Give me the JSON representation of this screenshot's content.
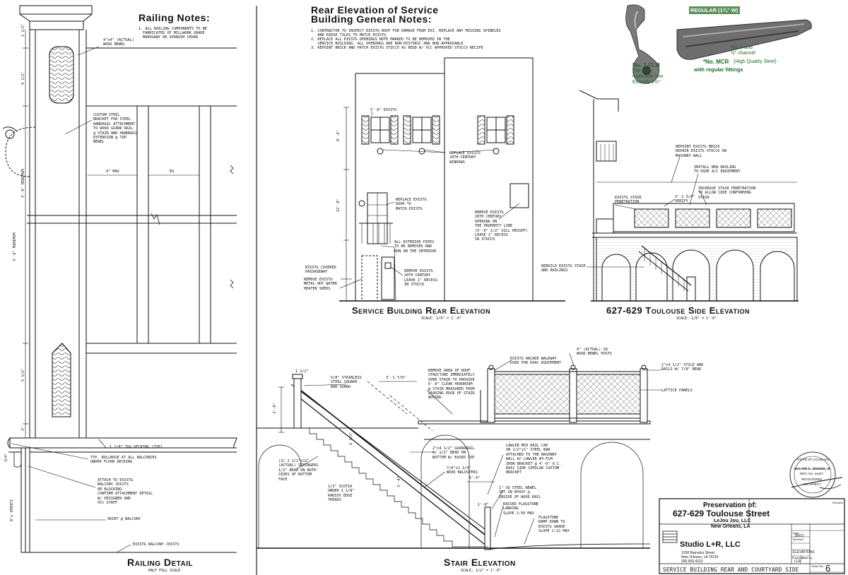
{
  "railing_notes": {
    "title": "Railing Notes:",
    "lines": [
      "1. ALL RAILING COMPONENTS TO BE",
      "FABRICATED OF MILLWORK GRADE",
      "MAHOGANY OR SPANISH CEDAR"
    ]
  },
  "general_notes": {
    "title_line1": "Rear Elevation of Service",
    "title_line2": "Building General Notes:",
    "lines": [
      "1. CONTRACTOR TO INSPECT EXISTG ROOF FOR DAMAGE FROM EXI. REPLACE ANY MISSING SPINDLES",
      "   AND RIDGE TILES TO MATCH EXISTG",
      "2. REPLACE ALL EXISTG OPENINGS NOTE MARKED TO BE REMOVED IN THE",
      "   SERVICE BUILDING. ALL OPENINGS ARE NON-HISTORIC AND NON-APPROVABLE",
      "3. REPOINT BRICK AND PATCH EXISTG STUCCO AS REQD W/ VCC APPROVED STUCCO RECIPE"
    ]
  },
  "products": {
    "bracket_name": "No. 3-FLM",
    "bracket_desc1": "(flat top)",
    "bracket_desc2": "malleable iron",
    "bracket_desc3": "Extends 2¾\"",
    "rail_tag": "REGULAR (1¾\" W)",
    "rail_fits1": "fits 1\" and",
    "rail_fits2": "½\" channel",
    "rail_name": "*No. MCR",
    "rail_quality": "(High Quality Steel)",
    "rail_fittings": "with regular fittings"
  },
  "railing_detail": {
    "title": "Railing Detail",
    "scale": "HALF FULL SCALE",
    "annotations": [
      "4\"x4\" (ACTUAL)\nWOOD NEWEL",
      "CUSTOM STEEL\nBRACKET FOR STEEL\nHANDRAIL ATTACHMENT\nTO WOOD GUARD RAIL\n@ STAIR AND HANDRAIL\nEXTENSION @ TOP\nNEWEL",
      "1 1/8\" T&G DECKING (TYP)",
      "TYP. BULLNOSE AT ALL BALCONIES\nUNDER FLOOR DECKING",
      "ATTACH TO EXISTG\nBALCONY JOISTS\nOR BLOCKING\nCONFIRM ATTACHMENT DETAIL\nW/ DESIGNER AND\nVCC STAFF",
      "SKIRT @ BALCONY",
      "EXISTG BALCONY JOISTS"
    ],
    "dims": [
      "1 1/2\"",
      "4 1/2\"",
      "3'-0\" MINIMUM",
      "3'-6\" MINIMUM",
      "5 1/2\"",
      "3\"",
      "8\"± VERIFY",
      "4\" MAX",
      "EQ",
      "3/4\""
    ]
  },
  "service_elevation": {
    "title": "Service Building Rear Elevation",
    "scale": "SCALE: 1/4\" = 1'-0\"",
    "annotations": [
      "5'-0\" EXISTG",
      "REPLACE EXISTG\n20TH CENTURY\nWINDOWS",
      "REPLACE EXISTG\nDOOR TO\nMATCH EXISTG",
      "ALL EXTERIOR PIPES\nTO BE REMOVED AND\nRUN ON THE INTERIOR",
      "EXISTG COVERED\nPASSAGEWAY",
      "REMOVE EXISTG\nMETAL HOT WATER\nHEATER SHEDS",
      "REMOVE EXISTG\n20TH CENTURY\nLEAVE 1\" RECESS\nIN STUCCO",
      "REMOVE EXISTG\n20TH CENTURY\nOPENING ON\nTHE PROPERTY LINE\n(5'-0\" 1/2\" SILL HEIGHT)\nLEAVE 1\" RECESS\nIN STUCCO"
    ],
    "dims": [
      "8'-4\"",
      "12'-0\""
    ]
  },
  "toulouse_elevation": {
    "title": "627-629 Toulouse Side Elevation",
    "scale": "SCALE: 1/8\" = 1'-0\"",
    "annotations": [
      "REPOINT EXISTG BRICK\nREPAIR EXISTG STUCCO ON\nMASONRY WALL",
      "INSTALL NEW RAILING\nTO HIDE A/C EQUIPMENT",
      "INCREASE STAIR PENETRATION\nTO ALLOW CODE CONFORMING\nSTAIR",
      "EXISTG STAIR\nPENETRATION",
      "3'-1 3/4\"\nVERIFY",
      "REBUILD EXISTG STAIR\nAND RAILINGS"
    ]
  },
  "stair_elevation": {
    "title": "Stair Elevation",
    "scale": "SCALE: 1/2\" = 1'-0\"",
    "annotations": [
      "5/8\" STAINLESS\nSTEEL SQUARE\nBAR GUARD",
      "REMOVE AREA OF ROOF\nSTRUCTURE IMMEDIATELY\nOVER STAIR TO PROVIDE\n6'-8\" CLEAR HEADROOM\n@ STAIR MEASURED FROM\nLEADING EDGE OF STAIR\nNOSING",
      "EXISTG ARCADE WALKWAY\nUSED FOR HVAC EQUIPMENT",
      "4\" (ACTUAL) SQ\nWOOD NEWEL POSTS",
      "2\"x3 1/2\" STILE AND\nRAILS W/ 7/8\" BEAD",
      "LATTICE PANELS",
      "(3) 2 1/2\"x12\"\n(ACTUAL) STRINGERS\n1/2\" BEAD ON BOTH\nSIDES OF BOTTOM\nFACE",
      "2\"x4 1/2\" GUARDRAIL\nW/ 1/2\" BEAD ON\nBOTTOM W/ EASED TOP",
      "7/8\"x1 1/4\"\nWOOD BALUSTERS",
      "LAWLER MCR RAIL CAP\nON 1/2\"x1\" STEEL BAR\nATTACHED TO THE MASONRY\nWALL W/ LAWLER #3-FLM\nIRON BRACKET @ 4'-0\" O.C.\nRAIL SIDE SIMILAR CUSTOM\nBRACKET",
      "1/2\" SCOTIA\nUNDER 1 1/8\"\nRADIUS EDGE\nTREADS",
      "1\" SQ STEEL NEWEL\nSET IN EPOXY @\nINSIDE OF WOOD RAIL",
      "RAISED FLAGSTONE\nLANDING\nSLOPE 1:50 MAX",
      "FLAGSTONE\nRAMP DOWN TO\nEXISTG GRADE\nSLOPE 1:12 MAX"
    ],
    "dims": [
      "1 1/2\"",
      "3'-0\"",
      "3'-1 7/8\"",
      "5'-0\"",
      "1'-0\"",
      "6 1/2\"",
      "3'-4\""
    ]
  },
  "title_block": {
    "label": "Preservation of:",
    "project": "627-629 Toulouse Street",
    "client": "LeJou Jou, LLC",
    "city": "New Orleans, LA",
    "firm": "Studio L+R, LLC",
    "address1": "1208 Barracks Street",
    "address2": "New Orleans, LA 70116",
    "phone": "256.609.4313",
    "date_label": "Date:",
    "date": "3/8/21",
    "revised_label": "Revised:",
    "sheet_desc": "ELEVATIONS",
    "project_no_label": "Project No.:",
    "drawn_by_label": "Drawn by:",
    "drawn_by": "LLR",
    "sheet_no_label": "Sheet No.",
    "sheet_no": "6",
    "sheet_title": "Service Building Rear and Courtyard Side",
    "stamp_lines": [
      "STATE OF LOUISIANA",
      "WALTER E. ZEHNER, III",
      "REG. No. 14427",
      "REGISTERED",
      "ARCHITECT"
    ]
  }
}
